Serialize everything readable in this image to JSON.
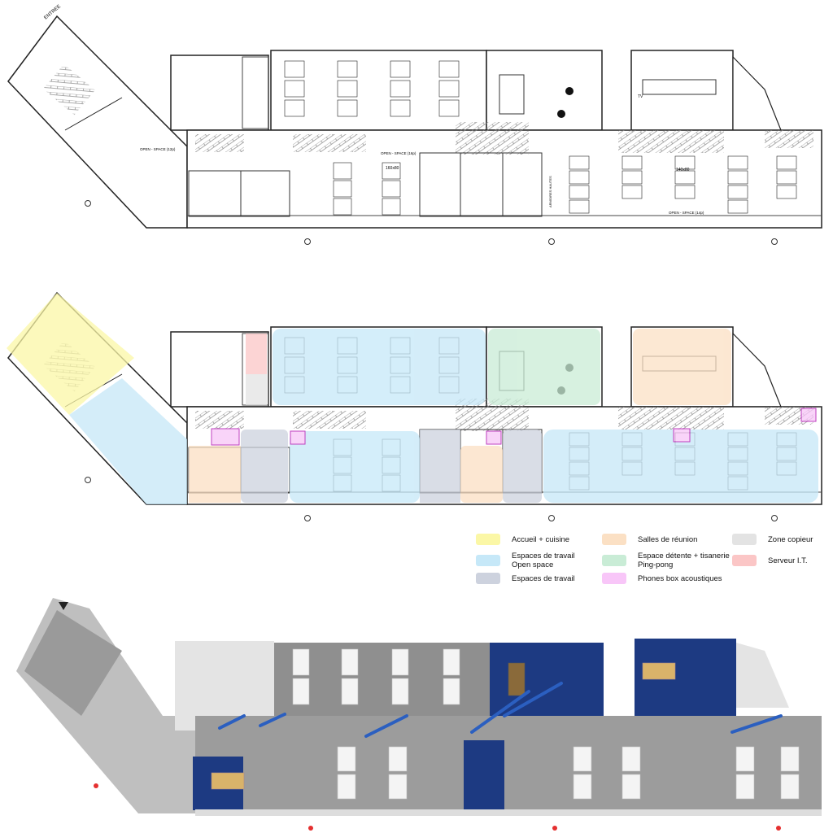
{
  "plan": {
    "entrance_label": "ENTREE",
    "open_space_12": "OPEN - SPACE (12p)",
    "open_space_16": "OPEN - SPACE (16p)",
    "open_space_14": "OPEN - SPACE (14p)",
    "desk_size_160": "160x80",
    "desk_size_140": "140x80",
    "cabinets_label": "ARMOIRES HAUTES",
    "tv_label": "TV"
  },
  "legend": {
    "items": [
      {
        "label": "Accueil + cuisine",
        "color": "#fbf7a6"
      },
      {
        "label": "Salles de réunion",
        "color": "#fbe0c4"
      },
      {
        "label": "Zone copieur",
        "color": "#e3e3e3"
      },
      {
        "label": "Espaces de travail\nOpen space",
        "color": "#c6e8f8"
      },
      {
        "label": "Espace détente + tisanerie\nPing-pong",
        "color": "#c9ecd6"
      },
      {
        "label": "Serveur I.T.",
        "color": "#fbc6c6"
      },
      {
        "label": "Espaces de travail",
        "color": "#cdd2de"
      },
      {
        "label": "Phones box acoustiques",
        "color": "#f8c6f8"
      }
    ]
  },
  "colors": {
    "wall": "#222222",
    "hatch": "#777777",
    "marker": "#e53030",
    "carpet": "#1d3a82"
  }
}
